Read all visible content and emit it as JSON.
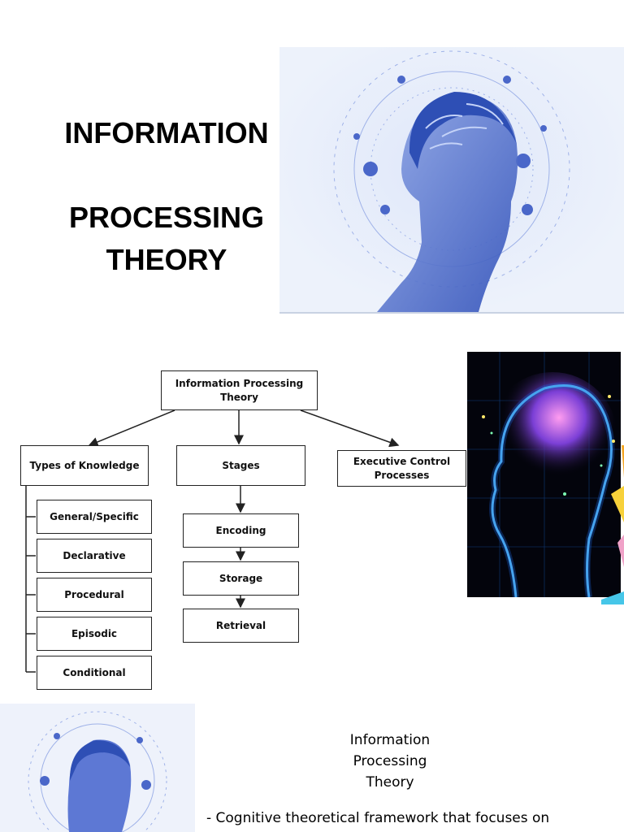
{
  "title": {
    "line1": "INFORMATION",
    "line2": "PROCESSING",
    "line3": "THEORY"
  },
  "diagram": {
    "root": "Information Processing Theory",
    "branches": {
      "types_of_knowledge": "Types of Knowledge",
      "stages": "Stages",
      "executive_control": "Executive Control Processes"
    },
    "knowledge_types": [
      "General/Specific",
      "Declarative",
      "Procedural",
      "Episodic",
      "Conditional"
    ],
    "stages_list": [
      "Encoding",
      "Storage",
      "Retrieval"
    ]
  },
  "body": {
    "heading_line1": "Information",
    "heading_line2": "Processing",
    "heading_line3": "Theory",
    "description": "- Cognitive theoretical framework that focuses on"
  },
  "images": {
    "hero": "blue-brain-head-illustration",
    "side": "neon-brain-head-illustration",
    "small": "blue-brain-head-illustration-small"
  }
}
